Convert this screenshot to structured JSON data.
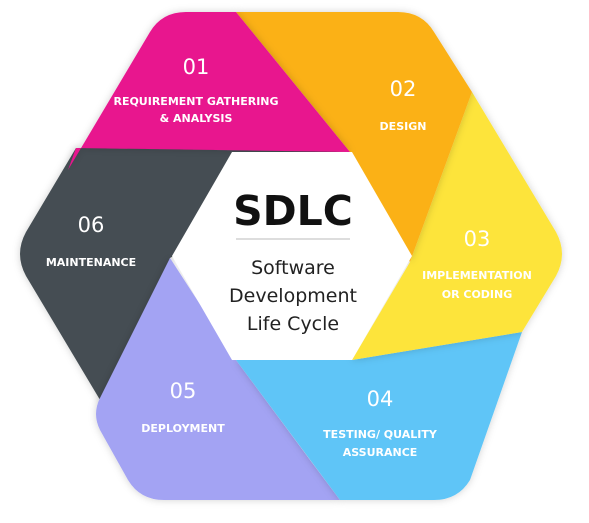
{
  "center": {
    "title": "SDLC",
    "subtitle": [
      "Software",
      "Development",
      "Life Cycle"
    ]
  },
  "stages": [
    {
      "number": "01",
      "label": [
        "REQUIREMENT GATHERING",
        "& ANALYSIS"
      ],
      "color": "#e8138e"
    },
    {
      "number": "02",
      "label": [
        "DESIGN"
      ],
      "color": "#fbb116"
    },
    {
      "number": "03",
      "label": [
        "IMPLEMENTATION",
        "OR CODING"
      ],
      "color": "#fde43a"
    },
    {
      "number": "04",
      "label": [
        "TESTING/ QUALITY",
        "ASSURANCE"
      ],
      "color": "#5ec5f7"
    },
    {
      "number": "05",
      "label": [
        "DEPLOYMENT"
      ],
      "color": "#a3a3f3"
    },
    {
      "number": "06",
      "label": [
        "MAINTENANCE"
      ],
      "color": "#444e52"
    }
  ],
  "colors": {
    "divider": "#bbbbbb",
    "center_fill": "#ffffff"
  }
}
